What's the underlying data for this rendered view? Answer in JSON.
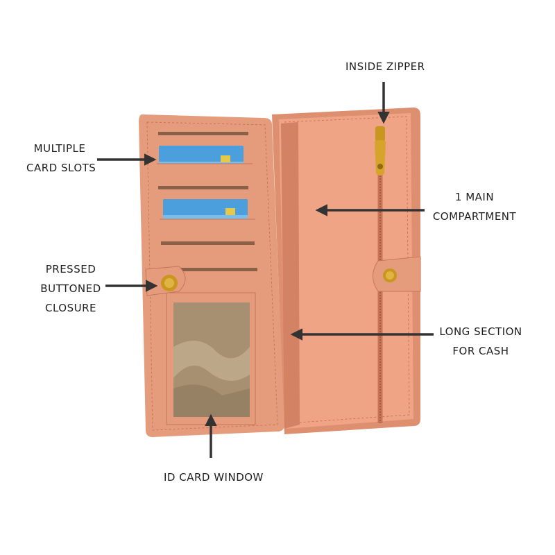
{
  "callouts": {
    "inside_zipper": [
      "INSIDE ZIPPER"
    ],
    "card_slots": [
      "MULTIPLE",
      "CARD SLOTS"
    ],
    "main_compartment": [
      "1 MAIN",
      "COMPARTMENT"
    ],
    "closure": [
      "PRESSED",
      "BUTTONED",
      "CLOSURE"
    ],
    "cash_section": [
      "LONG SECTION",
      "FOR CASH"
    ],
    "id_window": [
      "ID CARD WINDOW"
    ]
  },
  "colors": {
    "leather": "#E59C7C",
    "leather_dark": "#C97458",
    "slot_shadow": "#8A6046",
    "card_blue": "#4A9FDC",
    "button_gold": "#C9961F",
    "id_window": "#A79072",
    "arrow": "#333333"
  }
}
